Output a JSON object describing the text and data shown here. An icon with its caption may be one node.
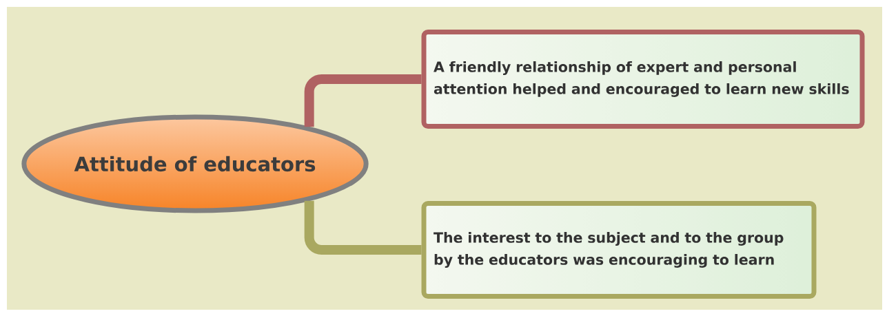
{
  "diagram": {
    "nodes": [
      {
        "text": [
          "Attitude of educators"
        ]
      },
      {
        "text": [
          "A friendly relationship of expert and personal attention helped and encouraged to learn new skills"
        ]
      },
      {
        "text": [
          "The interest to the subject and to the group by the educators was encouraging to learn"
        ]
      }
    ],
    "edges": [
      {
        "from": 0,
        "to": 1,
        "arrow": "none",
        "color": "#b06262"
      },
      {
        "from": 0,
        "to": 2,
        "arrow": "none",
        "color": "#a9a860"
      }
    ]
  }
}
